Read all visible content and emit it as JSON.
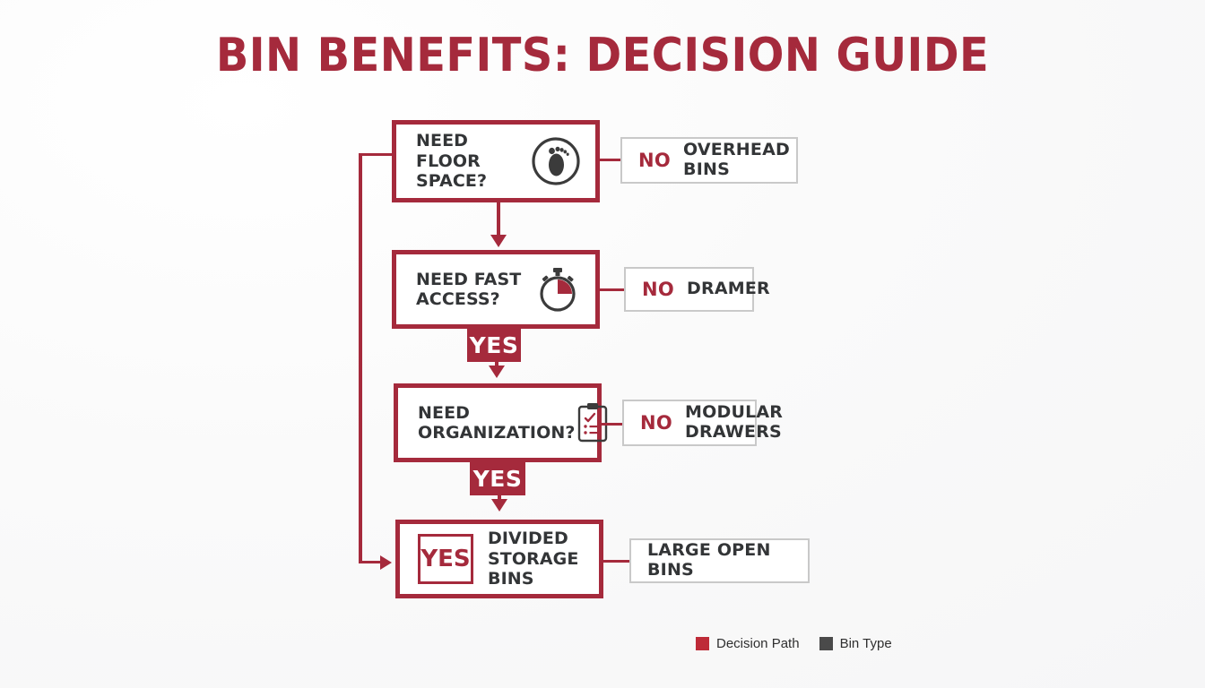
{
  "page": {
    "title": "BIN BENEFITS: DECISION GUIDE",
    "background_color": "#fbfbfb",
    "accent_color": "#A52A3C",
    "text_color": "#333537",
    "outcome_border_color": "#c9c9c9"
  },
  "nodes": [
    {
      "id": "need-floor-space",
      "label": "NEED\nFLOOR\nSPACE?",
      "icon": "footprint-icon"
    },
    {
      "id": "need-fast-access",
      "label": "NEED FAST\nACCESS?",
      "icon": "stopwatch-icon"
    },
    {
      "id": "need-organization",
      "label": "NEED\nORGANIZATION?",
      "icon": "clipboard-checklist-icon"
    },
    {
      "id": "divided-storage-bins",
      "badge": "YES",
      "label": "DIVIDED\nSTORAGE BINS"
    }
  ],
  "outcomes": [
    {
      "id": "overhead-bins",
      "answer": "NO",
      "label": "OVERHEAD BINS"
    },
    {
      "id": "dramer",
      "answer": "NO",
      "label": "DRAMER"
    },
    {
      "id": "modular-drawers",
      "answer": "NO",
      "label": "MODULAR\nDRAWERS"
    },
    {
      "id": "large-open-bins",
      "answer": "",
      "label": "LARGE OPEN BINS"
    }
  ],
  "connectors": {
    "yes_label_1": "YES",
    "yes_label_2": "YES"
  },
  "legend": {
    "items": [
      {
        "label": "Decision Path",
        "color": "#BE2B38"
      },
      {
        "label": "Bin Type",
        "color": "#4A4A4A"
      }
    ]
  }
}
